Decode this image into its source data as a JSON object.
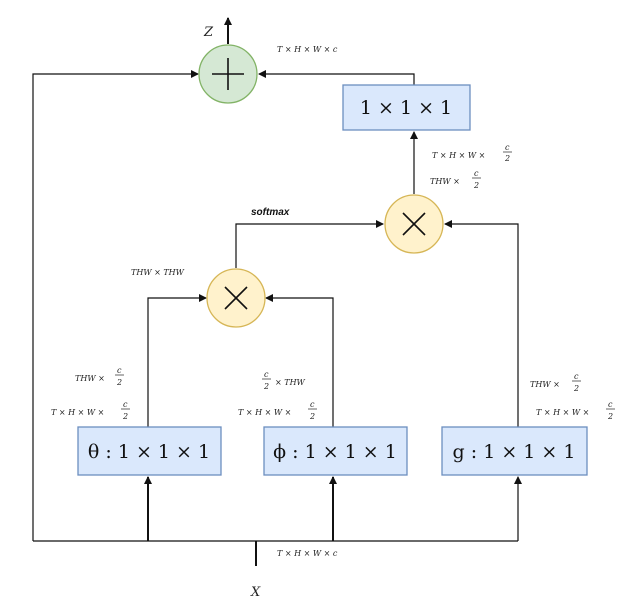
{
  "boxes": {
    "top": "1 × 1 × 1",
    "theta": "θ : 1 × 1 × 1",
    "phi": "ϕ : 1 × 1 × 1",
    "g": "g : 1 × 1 × 1"
  },
  "variables": {
    "output": "Z",
    "input": "X"
  },
  "labels": {
    "add_input_dim": "T × H × W × c",
    "top_box_in_a": "T × H × W ×",
    "top_box_in_b": "THW ×",
    "softmax": "softmax",
    "mul1_out": "THW × THW",
    "theta_out_a": "THW ×",
    "theta_out_b": "T × H × W ×",
    "phi_out_a": "× THW",
    "phi_out_b": "T × H × W ×",
    "g_out_a": "THW ×",
    "g_out_b": "T × H × W ×",
    "input_dim": "T × H × W × c",
    "frac_num": "c",
    "frac_den": "2"
  },
  "colors": {
    "box_fill": "#dae8fc",
    "box_stroke": "#6c8ebf",
    "mul_fill": "#fff2cc",
    "mul_stroke": "#d6b656",
    "add_fill": "#d5e8d4",
    "add_stroke": "#82b366"
  }
}
